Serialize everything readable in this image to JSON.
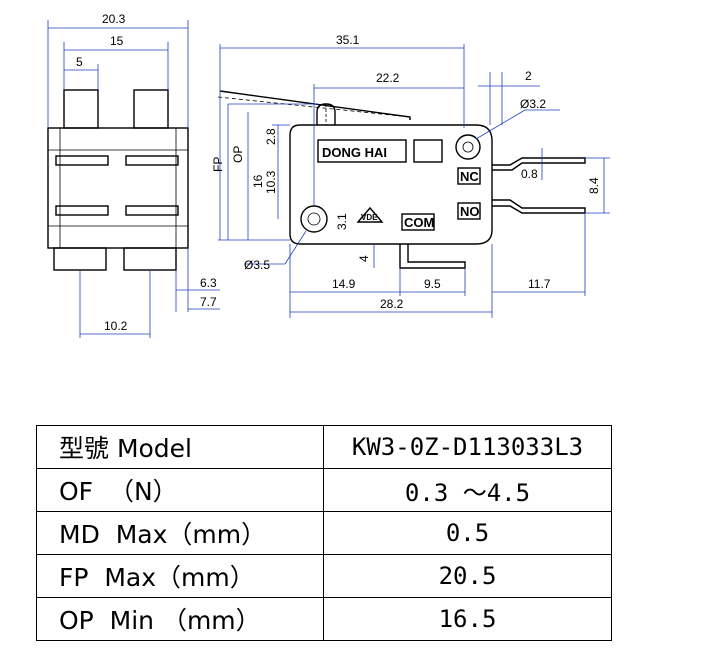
{
  "diagram": {
    "dims": {
      "w20_3": "20.3",
      "w15": "15",
      "w5": "5",
      "w6_3": "6.3",
      "w7_7": "7.7",
      "w10_2": "10.2",
      "l35_1": "35.1",
      "l22_2": "22.2",
      "l2": "2",
      "d3_2": "Ø3.2",
      "l0_8": "0.8",
      "h8_4": "8.4",
      "h2_8": "2.8",
      "h16": "16",
      "h10_3": "10.3",
      "h3_1": "3.1",
      "h4": "4",
      "d3_5": "Ø3.5",
      "l14_9": "14.9",
      "l9_5": "9.5",
      "l28_2": "28.2",
      "l11_7": "11.7",
      "fp": "FP",
      "op": "OP"
    },
    "labels": {
      "brand": "DONG HAI",
      "nc": "NC",
      "no": "NO",
      "com": "COM",
      "cert": "VDE"
    }
  },
  "spec_table": {
    "rows": [
      {
        "key": "型號 Model",
        "value": "KW3-0Z-D113033L3"
      },
      {
        "key": "OF  （N）",
        "value": "0.3 ～4.5"
      },
      {
        "key": "MD  Max（mm）",
        "value": "0.5"
      },
      {
        "key": "FP  Max（mm）",
        "value": "20.5"
      },
      {
        "key": "OP  Min （mm）",
        "value": "16.5"
      }
    ]
  }
}
